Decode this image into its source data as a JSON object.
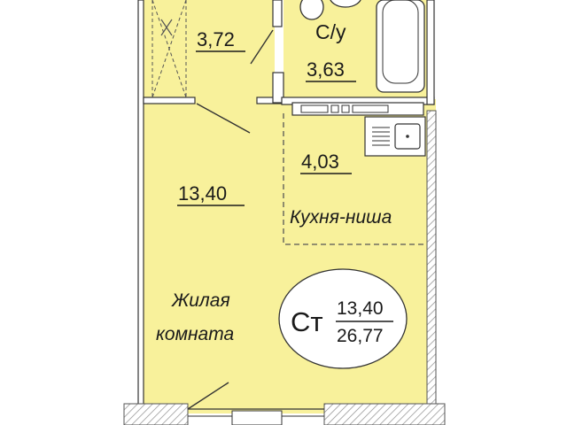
{
  "colors": {
    "floor": "#f8f19b",
    "wall": "#ffffff",
    "line": "#333333",
    "hatch": "#8a8a8a",
    "badge_fill": "#ffffff"
  },
  "rooms": {
    "hall_area": "3,72",
    "bathroom_label": "С/у",
    "bathroom_area": "3,63",
    "kitchen_area": "4,03",
    "kitchen_label": "Кухня-ниша",
    "living_area": "13,40",
    "living_label_line1": "Жилая",
    "living_label_line2": "комната"
  },
  "badge": {
    "type": "Ст",
    "living_area": "13,40",
    "total_area": "26,77"
  }
}
